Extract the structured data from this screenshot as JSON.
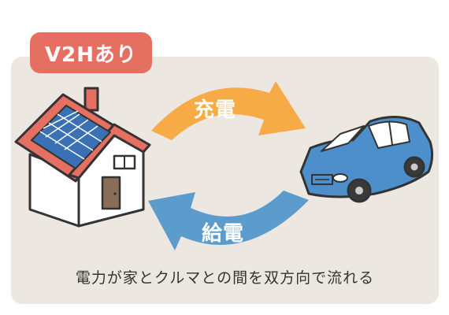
{
  "badge": {
    "label": "V2Hあり"
  },
  "arrows": {
    "charge_label": "充電",
    "supply_label": "給電"
  },
  "caption": "電力が家とクルマとの間を双方向で流れる",
  "colors": {
    "badge": "#e56f60",
    "panel": "#ede7e1",
    "charge_arrow": "#f6ab47",
    "supply_arrow": "#5b9ccd",
    "car_body": "#4d8fcb",
    "roof": "#e56f60",
    "solar_panel": "#3a71b5",
    "house_wall": "#ffffff"
  },
  "icons": {
    "house": "house-with-solar-panels-icon",
    "car": "car-icon"
  }
}
